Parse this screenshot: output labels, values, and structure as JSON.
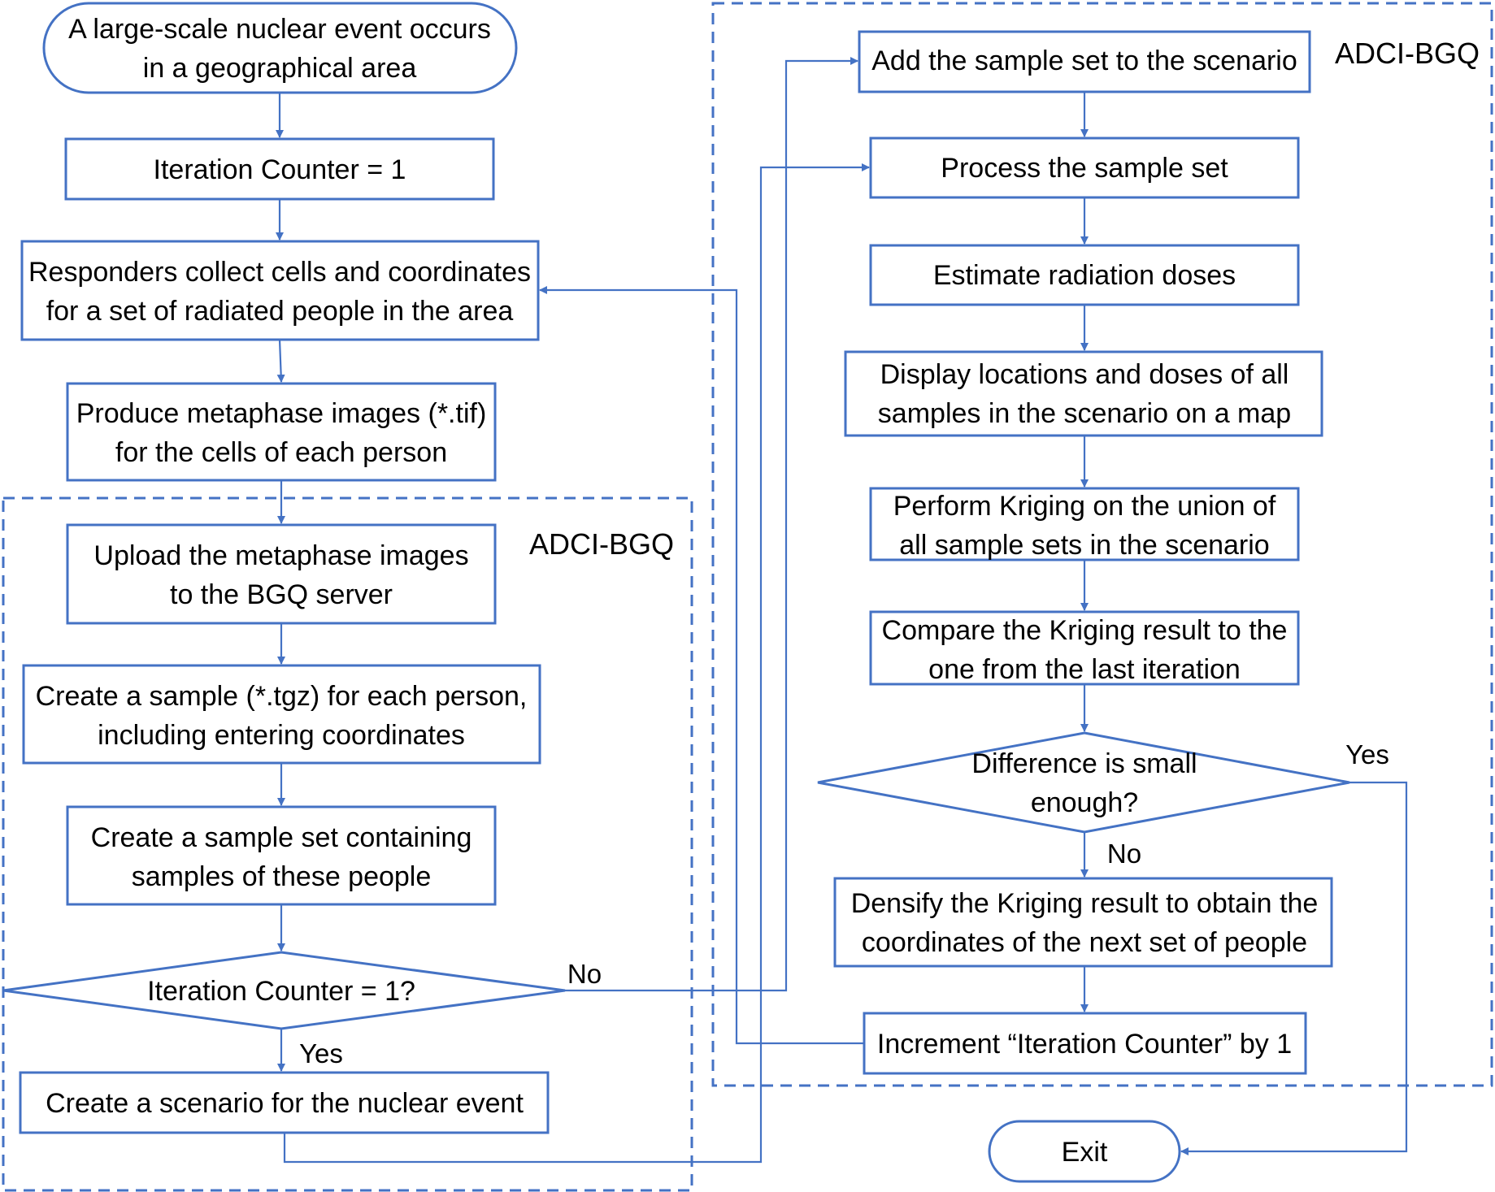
{
  "groups": {
    "left": "ADCI-BGQ",
    "right": "ADCI-BGQ"
  },
  "nodes": {
    "start": [
      "A large-scale nuclear event occurs",
      "in a geographical area"
    ],
    "counter_init": [
      "Iteration Counter = 1"
    ],
    "collect": [
      "Responders collect cells and coordinates",
      "for a set of radiated people in the area"
    ],
    "produce": [
      "Produce metaphase images (*.tif)",
      "for the cells of each person"
    ],
    "upload": [
      "Upload the metaphase images",
      "to the BGQ server"
    ],
    "create_sample": [
      "Create a sample (*.tgz) for each person,",
      "including entering coordinates"
    ],
    "create_set": [
      "Create a sample set containing",
      "samples of these people"
    ],
    "counter_check": [
      "Iteration Counter = 1?"
    ],
    "create_scenario": [
      "Create a scenario for the nuclear event"
    ],
    "add_set": [
      "Add the sample set to the scenario"
    ],
    "process": [
      "Process the sample set"
    ],
    "estimate": [
      "Estimate radiation doses"
    ],
    "display": [
      "Display locations and doses of all",
      "samples in the scenario on a map"
    ],
    "kriging": [
      "Perform Kriging on the union of",
      "all sample sets in the scenario"
    ],
    "compare": [
      "Compare the Kriging result to the",
      "one from the last iteration"
    ],
    "difference": [
      "Difference is small",
      "enough?"
    ],
    "densify": [
      "Densify the Kriging result to obtain the",
      "coordinates of the next set of people"
    ],
    "increment": [
      "Increment “Iteration Counter” by 1"
    ],
    "exit": [
      "Exit"
    ]
  },
  "edge_labels": {
    "counter_no": "No",
    "counter_yes": "Yes",
    "difference_yes": "Yes",
    "difference_no": "No"
  },
  "colors": {
    "stroke": "#4472C4",
    "text": "#000000",
    "background": "#ffffff"
  }
}
